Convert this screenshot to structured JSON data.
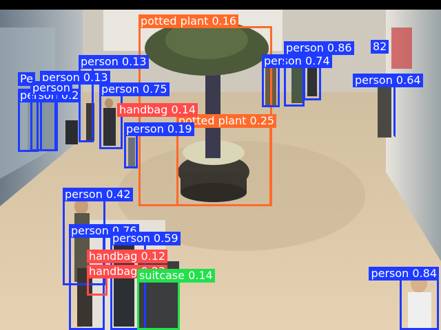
{
  "colors": {
    "person": "#1f3bff",
    "potted_plant": "#ff6a2a",
    "handbag": "#ff4b4b",
    "suitcase": "#22e04a"
  },
  "detections": [
    {
      "id": "d1",
      "label": "potted plant 0.16",
      "cls": "potted_plant"
    },
    {
      "id": "d2",
      "label": "potted plant 0.25",
      "cls": "potted_plant"
    },
    {
      "id": "d3",
      "label": "person 0.13",
      "cls": "person"
    },
    {
      "id": "d4",
      "label": "person 0.13",
      "cls": "person"
    },
    {
      "id": "d5",
      "label": "person 0.2",
      "cls": "person"
    },
    {
      "id": "d6",
      "label": "person",
      "cls": "person"
    },
    {
      "id": "d7",
      "label": "person 0.75",
      "cls": "person"
    },
    {
      "id": "d8",
      "label": "handbag 0.14",
      "cls": "handbag"
    },
    {
      "id": "d9",
      "label": "person 0.19",
      "cls": "person"
    },
    {
      "id": "d10",
      "label": "person",
      "cls": "person"
    },
    {
      "id": "d11",
      "label": "person 0.86",
      "cls": "person"
    },
    {
      "id": "d12",
      "label": "person 0.64",
      "cls": "person"
    },
    {
      "id": "d13",
      "label": "person 0.42",
      "cls": "person"
    },
    {
      "id": "d14",
      "label": "person 0.76",
      "cls": "person"
    },
    {
      "id": "d15",
      "label": "person 0.59",
      "cls": "person"
    },
    {
      "id": "d16",
      "label": "handbag 0.12",
      "cls": "handbag"
    },
    {
      "id": "d17",
      "label": "handbag 0.23",
      "cls": "handbag"
    },
    {
      "id": "d18",
      "label": "suitcase 0.14",
      "cls": "suitcase"
    },
    {
      "id": "d19",
      "label": "person 0.84",
      "cls": "person"
    },
    {
      "id": "d20",
      "label": "Pe",
      "cls": "person"
    },
    {
      "id": "d21",
      "label": "0.74",
      "cls": "person"
    },
    {
      "id": "d22",
      "label": "82",
      "cls": "person"
    }
  ]
}
